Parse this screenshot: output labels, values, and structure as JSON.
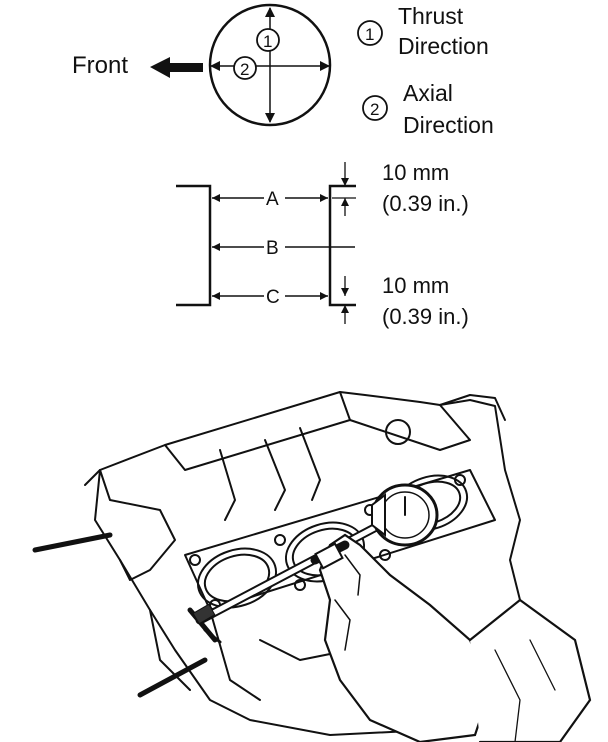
{
  "direction_diagram": {
    "front_label": "Front",
    "marker_1": "1",
    "marker_2": "2",
    "legend": [
      {
        "num": "1",
        "line1": "Thrust",
        "line2": "Direction"
      },
      {
        "num": "2",
        "line1": "Axial",
        "line2": "Direction"
      }
    ]
  },
  "cylinder_diagram": {
    "point_a": "A",
    "point_b": "B",
    "point_c": "C",
    "top_offset": {
      "metric": "10 mm",
      "imperial": "(0.39 in.)"
    },
    "bottom_offset": {
      "metric": "10 mm",
      "imperial": "(0.39 in.)"
    }
  },
  "illustration": {
    "subject": "bore gauge measuring cylinder bore in engine block"
  }
}
